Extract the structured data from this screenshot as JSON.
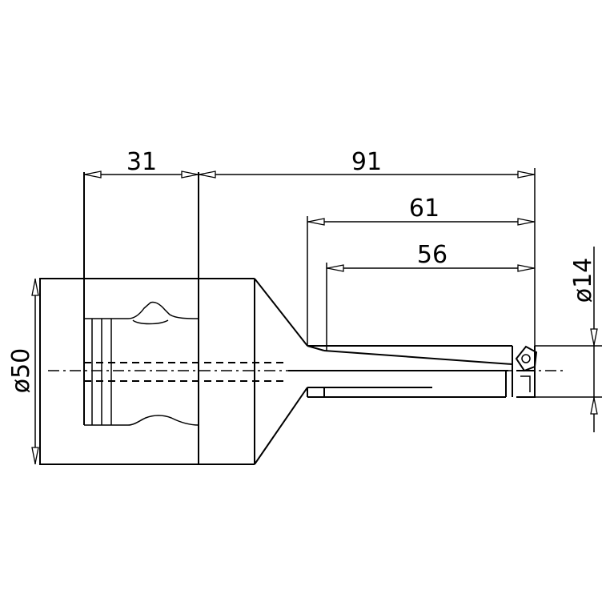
{
  "dimensions": {
    "length_shank": "31",
    "length_total": "91",
    "length_flute_outer": "61",
    "length_flute_inner": "56",
    "diameter_body": "ø50",
    "diameter_tip": "ø14"
  }
}
